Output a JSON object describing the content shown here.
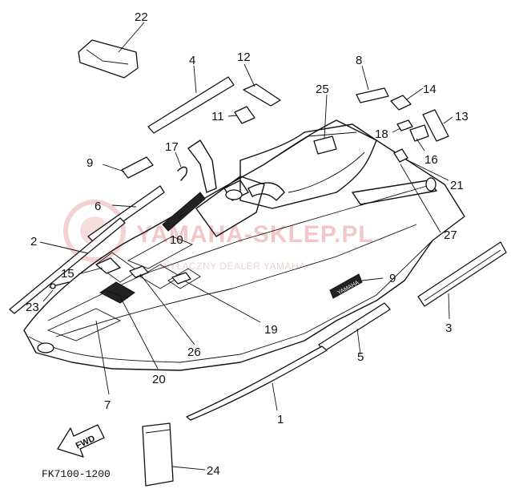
{
  "callouts": [
    "1",
    "2",
    "3",
    "4",
    "5",
    "6",
    "7",
    "8",
    "9",
    "9",
    "10",
    "11",
    "12",
    "13",
    "14",
    "15",
    "16",
    "17",
    "18",
    "19",
    "20",
    "21",
    "22",
    "23",
    "24",
    "25",
    "26",
    "27"
  ],
  "fwd_label": "FWD",
  "diagram_code": "FK7100-1200",
  "decal_text": "YAMAHA",
  "watermark": {
    "main": "YAMAHA-SKLEP.PL",
    "sub": "WYŁĄCZNY DEALER YAMAHA"
  }
}
